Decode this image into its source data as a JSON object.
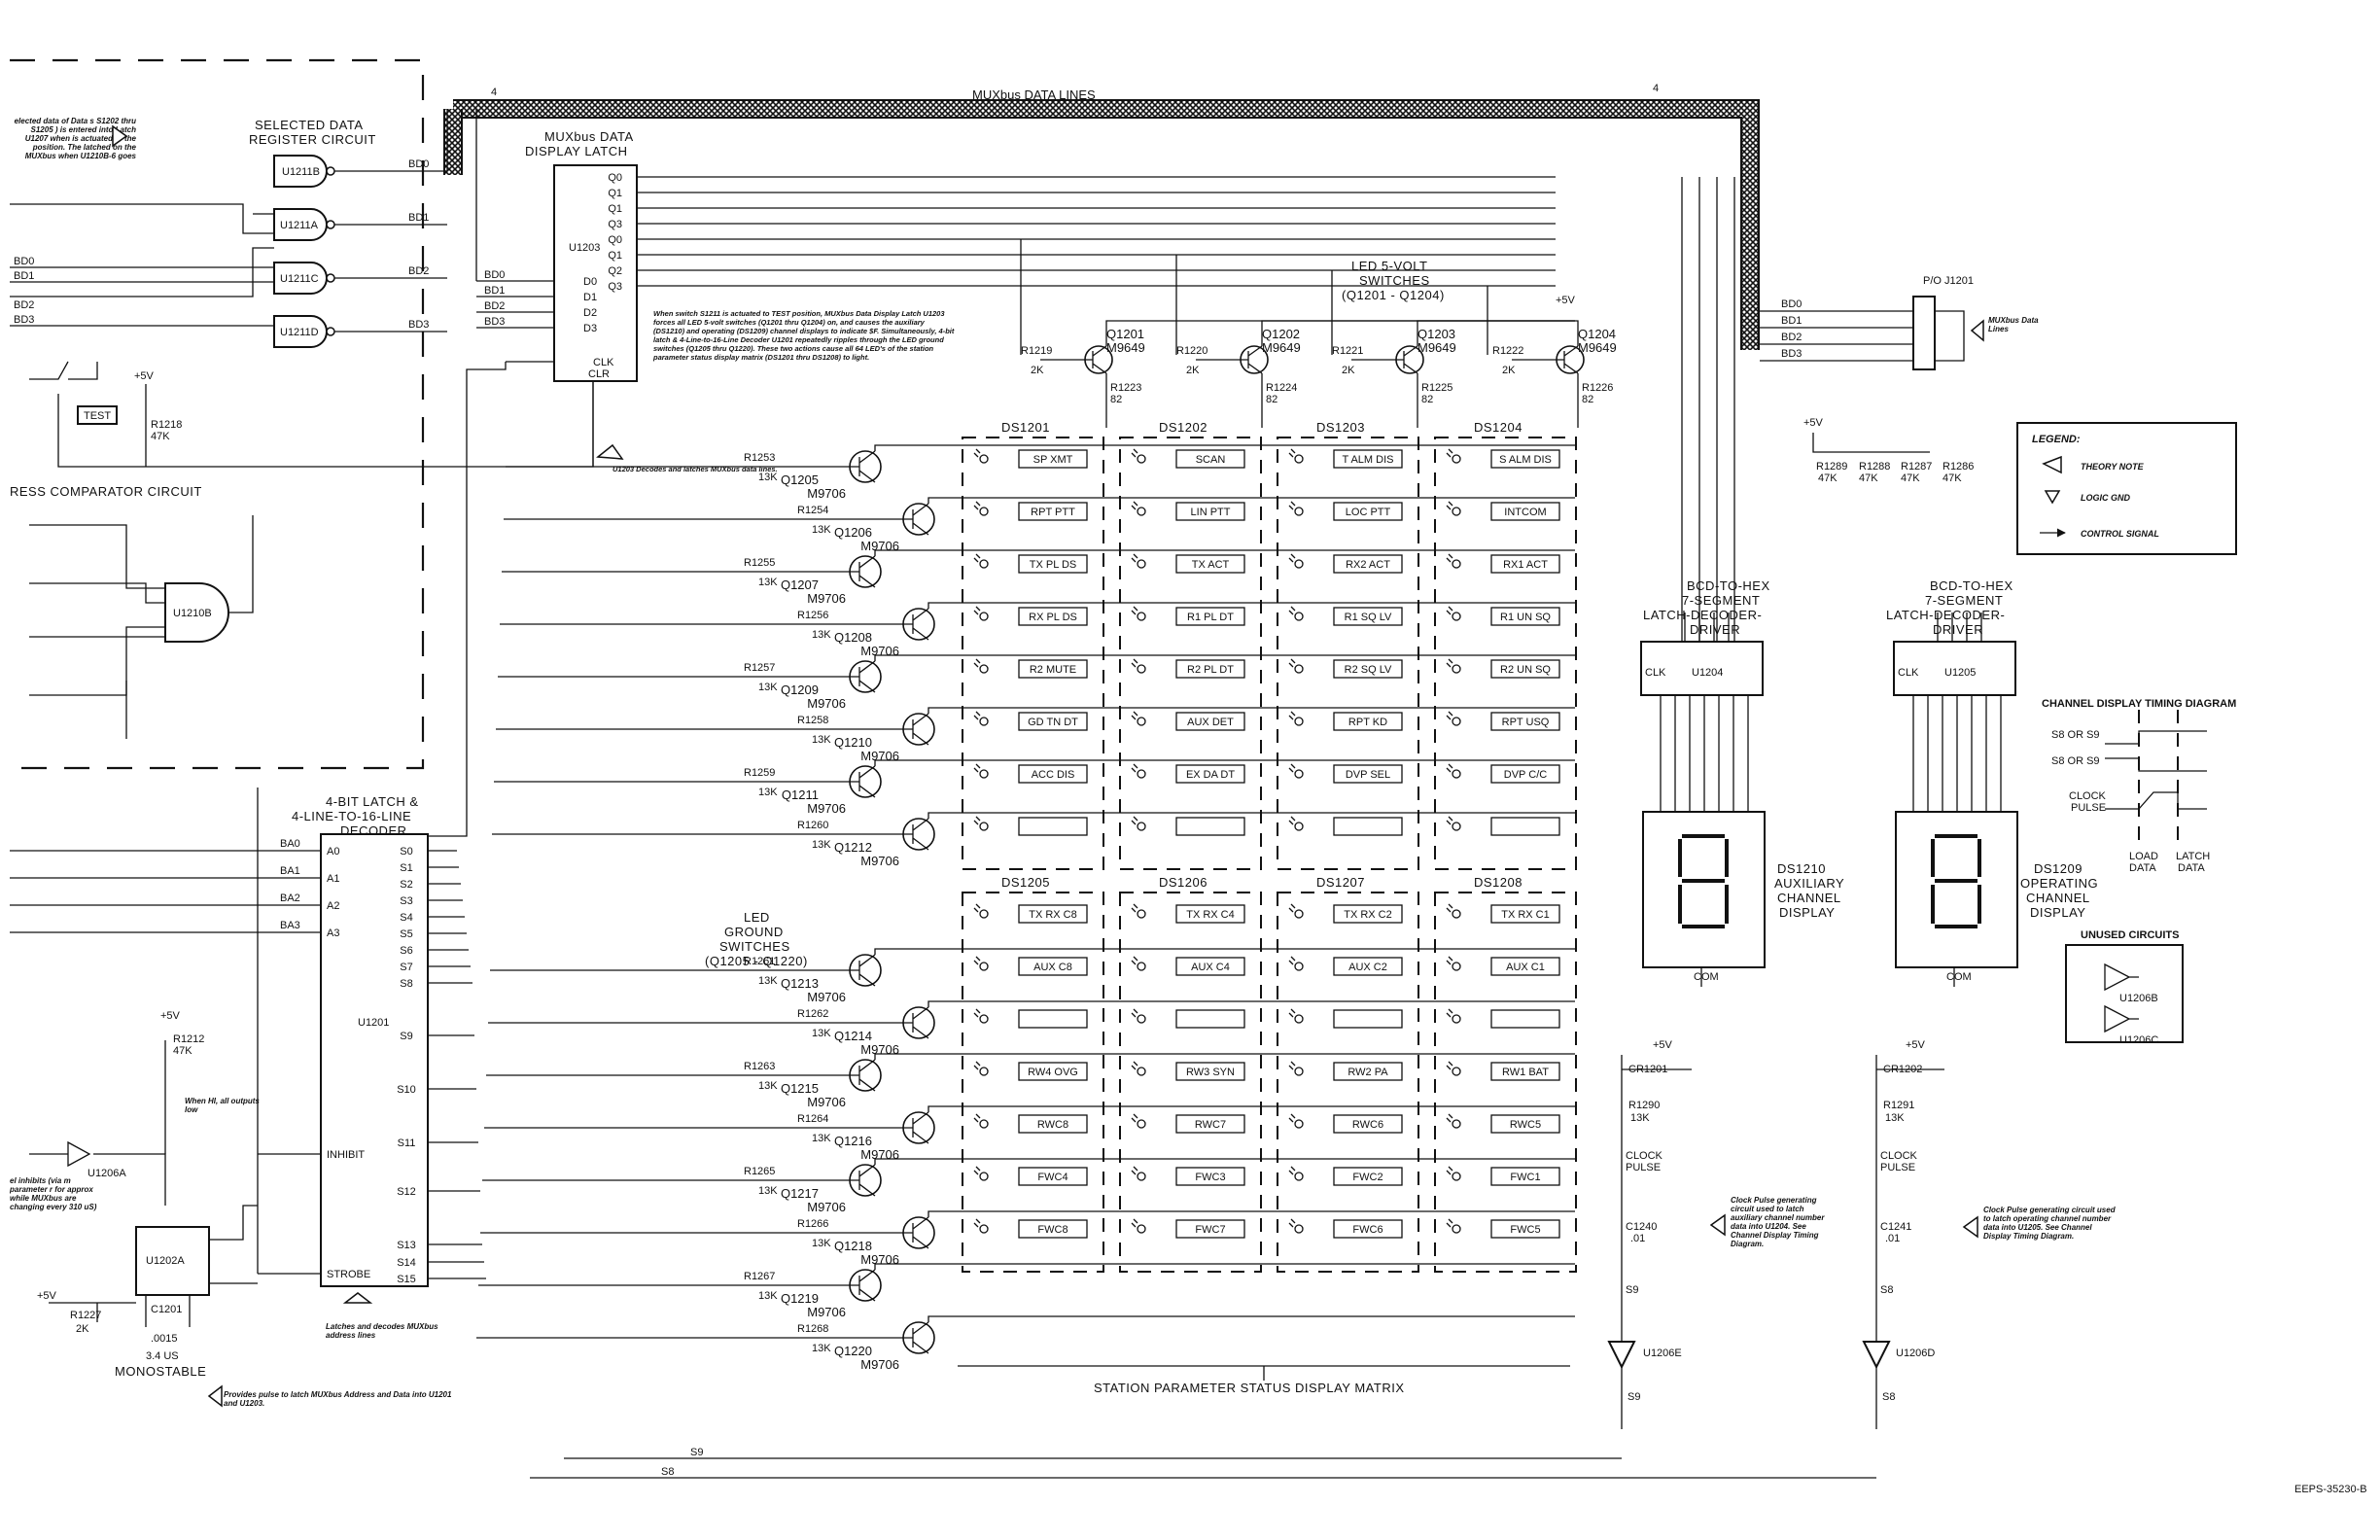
{
  "title": {
    "muxbus_lines": "MUXbus DATA LINES",
    "latch": "MUXbus DATA DISPLAY LATCH",
    "selected_data": "SELECTED DATA REGISTER CIRCUIT",
    "comparator": "RESS COMPARATOR CIRCUIT",
    "decoder": "4-BIT LATCH & 4-LINE-TO-16-LINE DECODER",
    "led5v": "LED 5-VOLT SWITCHES (Q1201 - Q1204)",
    "ledgnd": "LED GROUND SWITCHES (Q1205 - Q1220)",
    "bcd_aux": "BCD-TO-HEX 7-SEGMENT LATCH-DECODER-DRIVER",
    "bcd_op": "BCD-TO-HEX 7-SEGMENT LATCH-DECODER-DRIVER",
    "aux_disp": "DS1210 AUXILIARY CHANNEL DISPLAY",
    "op_disp": "DS1209 OPERATING CHANNEL DISPLAY",
    "matrix": "STATION PARAMETER STATUS DISPLAY MATRIX",
    "timing": "CHANNEL DISPLAY TIMING DIAGRAM",
    "unused": "UNUSED CIRCUITS",
    "monostable": "MONOSTABLE",
    "monostable_time": "3.4 US",
    "drawing_no": "EEPS-35230-B"
  },
  "legend": {
    "heading": "LEGEND:",
    "items": [
      "THEORY NOTE",
      "LOGIC GND",
      "CONTROL SIGNAL"
    ]
  },
  "ics": {
    "u1203": "U1203",
    "u1201": "U1201",
    "u1204": "U1204",
    "u1205": "U1205",
    "u1211b": "U1211B",
    "u1211a": "U1211A",
    "u1211c": "U1211C",
    "u1211d": "U1211D",
    "u1210b": "U1210B",
    "u1206a": "U1206A",
    "u1202a": "U1202A",
    "u1206e": "U1206E",
    "u1206d": "U1206D",
    "u1206b": "U1206B",
    "u1206c": "U1206C"
  },
  "latch_pins": {
    "outputs": [
      "Q0",
      "Q1",
      "Q1",
      "Q3",
      "Q0",
      "Q1",
      "Q2",
      "Q3"
    ],
    "inputs": [
      "D0",
      "D1",
      "D2",
      "D3"
    ],
    "clk": "CLK",
    "clr": "CLR"
  },
  "decoder_pins": {
    "inputs": [
      "A0",
      "A1",
      "A2",
      "A3"
    ],
    "bus_in": [
      "BA0",
      "BA1",
      "BA2",
      "BA3"
    ],
    "outputs": [
      "S0",
      "S1",
      "S2",
      "S3",
      "S4",
      "S5",
      "S6",
      "S7",
      "S8",
      "S9",
      "S10",
      "S11",
      "S12",
      "S13",
      "S14",
      "S15"
    ],
    "inhibit": "INHIBIT",
    "strobe": "STROBE"
  },
  "bd_lines": [
    "BD0",
    "BD1",
    "BD2",
    "BD3"
  ],
  "q5v": [
    {
      "ref": "Q1201",
      "type": "M9649",
      "r": "R1219",
      "rv": "2K",
      "rc": "R1223",
      "rcv": "82"
    },
    {
      "ref": "Q1202",
      "type": "M9649",
      "r": "R1220",
      "rv": "2K",
      "rc": "R1224",
      "rcv": "82"
    },
    {
      "ref": "Q1203",
      "type": "M9649",
      "r": "R1221",
      "rv": "2K",
      "rc": "R1225",
      "rcv": "82"
    },
    {
      "ref": "Q1204",
      "type": "M9649",
      "r": "R1222",
      "rv": "2K",
      "rc": "R1226",
      "rcv": "82"
    }
  ],
  "qgnd": [
    {
      "ref": "Q1205",
      "type": "M9706",
      "r": "R1253",
      "rv": "13K"
    },
    {
      "ref": "Q1206",
      "type": "M9706",
      "r": "R1254",
      "rv": "13K"
    },
    {
      "ref": "Q1207",
      "type": "M9706",
      "r": "R1255",
      "rv": "13K"
    },
    {
      "ref": "Q1208",
      "type": "M9706",
      "r": "R1256",
      "rv": "13K"
    },
    {
      "ref": "Q1209",
      "type": "M9706",
      "r": "R1257",
      "rv": "13K"
    },
    {
      "ref": "Q1210",
      "type": "M9706",
      "r": "R1258",
      "rv": "13K"
    },
    {
      "ref": "Q1211",
      "type": "M9706",
      "r": "R1259",
      "rv": "13K"
    },
    {
      "ref": "Q1212",
      "type": "M9706",
      "r": "R1260",
      "rv": "13K"
    },
    {
      "ref": "Q1213",
      "type": "M9706",
      "r": "R1261",
      "rv": "13K"
    },
    {
      "ref": "Q1214",
      "type": "M9706",
      "r": "R1262",
      "rv": "13K"
    },
    {
      "ref": "Q1215",
      "type": "M9706",
      "r": "R1263",
      "rv": "13K"
    },
    {
      "ref": "Q1216",
      "type": "M9706",
      "r": "R1264",
      "rv": "13K"
    },
    {
      "ref": "Q1217",
      "type": "M9706",
      "r": "R1265",
      "rv": "13K"
    },
    {
      "ref": "Q1218",
      "type": "M9706",
      "r": "R1266",
      "rv": "13K"
    },
    {
      "ref": "Q1219",
      "type": "M9706",
      "r": "R1267",
      "rv": "13K"
    },
    {
      "ref": "Q1220",
      "type": "M9706",
      "r": "R1268",
      "rv": "13K"
    }
  ],
  "matrix_top": [
    {
      "name": "DS1201",
      "leds": [
        "SP XMT",
        "RPT PTT",
        "TX PL DS",
        "RX PL DS",
        "R2 MUTE",
        "GD TN DT",
        "ACC DIS",
        ""
      ]
    },
    {
      "name": "DS1202",
      "leds": [
        "SCAN",
        "LIN PTT",
        "TX ACT",
        "R1 PL DT",
        "R2 PL DT",
        "AUX DET",
        "EX DA DT",
        ""
      ]
    },
    {
      "name": "DS1203",
      "leds": [
        "T ALM DIS",
        "LOC PTT",
        "RX2 ACT",
        "R1 SQ LV",
        "R2 SQ LV",
        "RPT KD",
        "DVP SEL",
        ""
      ]
    },
    {
      "name": "DS1204",
      "leds": [
        "S ALM DIS",
        "INTCOM",
        "RX1 ACT",
        "R1 UN SQ",
        "R2 UN SQ",
        "RPT USQ",
        "DVP C/C",
        ""
      ]
    }
  ],
  "matrix_bottom": [
    {
      "name": "DS1205",
      "leds": [
        "TX RX C8",
        "AUX C8",
        "",
        "RW4 OVG",
        "RWC8",
        "FWC4",
        "FWC8"
      ]
    },
    {
      "name": "DS1206",
      "leds": [
        "TX RX C4",
        "AUX C4",
        "",
        "RW3 SYN",
        "RWC7",
        "FWC3",
        "FWC7"
      ]
    },
    {
      "name": "DS1207",
      "leds": [
        "TX RX C2",
        "AUX C2",
        "",
        "RW2 PA",
        "RWC6",
        "FWC2",
        "FWC6"
      ]
    },
    {
      "name": "DS1208",
      "leds": [
        "TX RX C1",
        "AUX C1",
        "",
        "RW1 BAT",
        "RWC5",
        "FWC1",
        "FWC5"
      ]
    }
  ],
  "resistors": {
    "r1218": "R1218",
    "r1218v": "47K",
    "r1212": "R1212",
    "r1212v": "47K",
    "r1227": "R1227",
    "r1227v": "2K",
    "r1289": "R1289",
    "r1288": "R1288",
    "r1287": "R1287",
    "r1286": "R1286",
    "r_47k": "47K",
    "r1290": "R1290",
    "r1291": "R1291",
    "r_13k": "13K",
    "c1201": "C1201",
    "c1201v": ".0015",
    "c1240": "C1240",
    "c1241": "C1241",
    "c_01": ".01",
    "cr1201": "CR1201",
    "cr1202": "CR1202"
  },
  "signals": {
    "plus5v": "+5V",
    "test": "TEST",
    "s8": "S8",
    "s9": "S9",
    "s8bar": "S8",
    "s9bar": "S9",
    "clock_pulse": "CLOCK PULSE",
    "s8_or_s9": "S8 OR S9",
    "s8_or_s9_bar": "S8 OR S9",
    "clock_pulse_t": "CLOCK PULSE",
    "load": "LOAD DATA",
    "latch_t": "LATCH DATA",
    "com": "COM",
    "po": "P/O J1201",
    "mux_data_lines": "MUXbus Data Lines",
    "when_hi": "When HI, all outputs low",
    "mod4": "4"
  },
  "notes": {
    "test_mode": "When switch S1211 is actuated to TEST position, MUXbus Data Display Latch U1203 forces all LED 5-volt switches (Q1201 thru Q1204) on, and causes the auxiliary (DS1210) and operating (DS1209) channel displays to indicate $F. Simultaneously, 4-bit latch & 4-Line-to-16-Line Decoder U1201 repeatedly ripples through the LED ground switches (Q1205 thru Q1220). These two actions cause all 64 LED's of the station parameter status display matrix (DS1201 thru DS1208) to light.",
    "u1203_decodes": "U1203 Decodes and latches MUXbus data lines.",
    "selected": "elected data of Data s S1202 thru S1205 ) is entered into Latch U1207 when is actuated to the position. The latched on the MUXbus when U1210B-6 goes",
    "inhibits": "el inhibits (via m parameter r for approx while MUXbus are changing every 310 uS)",
    "latches_decodes": "Latches and decodes MUXbus address lines",
    "pulse": "Provides pulse to latch MUXbus Address and Data into U1201 and U1203.",
    "clock_aux": "Clock Pulse generating circuit used to latch auxiliary channel number data into U1204. See Channel Display Timing Diagram.",
    "clock_op": "Clock Pulse generating circuit used to latch operating channel number data into U1205. See Channel Display Timing Diagram."
  }
}
